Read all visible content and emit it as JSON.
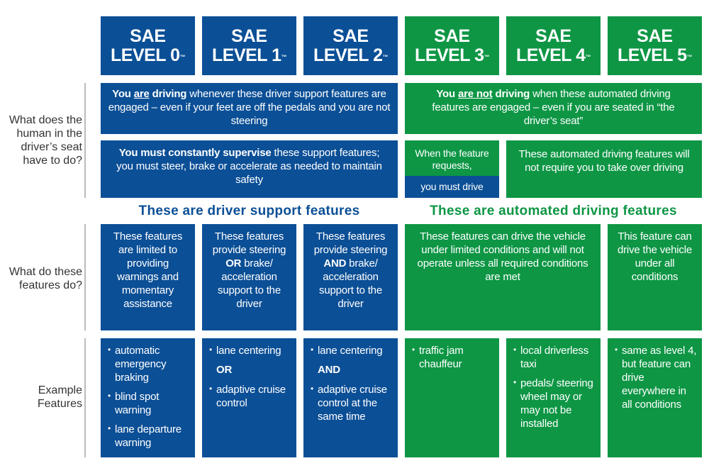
{
  "headers": [
    {
      "line1": "SAE",
      "line2": "LEVEL 0",
      "tm": "™"
    },
    {
      "line1": "SAE",
      "line2": "LEVEL 1",
      "tm": "™"
    },
    {
      "line1": "SAE",
      "line2": "LEVEL 2",
      "tm": "™"
    },
    {
      "line1": "SAE",
      "line2": "LEVEL 3",
      "tm": "™"
    },
    {
      "line1": "SAE",
      "line2": "LEVEL 4",
      "tm": "™"
    },
    {
      "line1": "SAE",
      "line2": "LEVEL 5",
      "tm": "™"
    }
  ],
  "row_labels": {
    "human": "What does the human in the driver’s seat have to do?",
    "features": "What do these features do?",
    "examples": "Example Features"
  },
  "human_row": {
    "blue_driving": {
      "b1": "You ",
      "u": "are",
      "b2": " driving",
      "rest": " whenever these driver support features are engaged – even if your feet are off the pedals and you are not steering"
    },
    "green_not_driving": {
      "b1": "You ",
      "u": "are not",
      "b2": " driving",
      "rest": " when these automated driving features are engaged – even if you are seated in “the driver’s seat”"
    },
    "blue_supervise": {
      "b": "You must constantly supervise",
      "rest": " these support features; you must steer, brake or accelerate as needed to maintain safety"
    },
    "level3_top": "When the feature requests,",
    "level3_bottom": "you must drive",
    "green_no_takeover": "These automated driving features will not require you to take over driving"
  },
  "section_titles": {
    "support": "These are driver support features",
    "automated": "These are automated driving features"
  },
  "features_row": {
    "l0": "These features are limited to providing warnings and momentary assistance",
    "l1": {
      "pre": "These features provide steering ",
      "b": "OR",
      "post": " brake/ acceleration support to the driver"
    },
    "l2": {
      "pre": "These features provide steering ",
      "b": "AND",
      "post": " brake/ acceleration support to the driver"
    },
    "l34": "These features can drive the vehicle under limited conditions and will not operate unless all required conditions are met",
    "l5": "This feature can drive the vehicle under all conditions"
  },
  "examples_row": {
    "l0": [
      "automatic emergency braking",
      "blind spot warning",
      "lane departure warning"
    ],
    "l1": {
      "a": "lane centering",
      "conj": "OR",
      "b": "adaptive cruise control"
    },
    "l2": {
      "a": "lane centering",
      "conj": "AND",
      "b": "adaptive cruise control at the same time"
    },
    "l3": [
      "traffic jam chauffeur"
    ],
    "l4": [
      "local driverless taxi",
      "pedals/ steering wheel may or may not be installed"
    ],
    "l5": [
      "same as level 4, but feature can drive everywhere in all conditions"
    ]
  },
  "colors": {
    "blue": "#0b4f96",
    "green": "#0e9645"
  }
}
